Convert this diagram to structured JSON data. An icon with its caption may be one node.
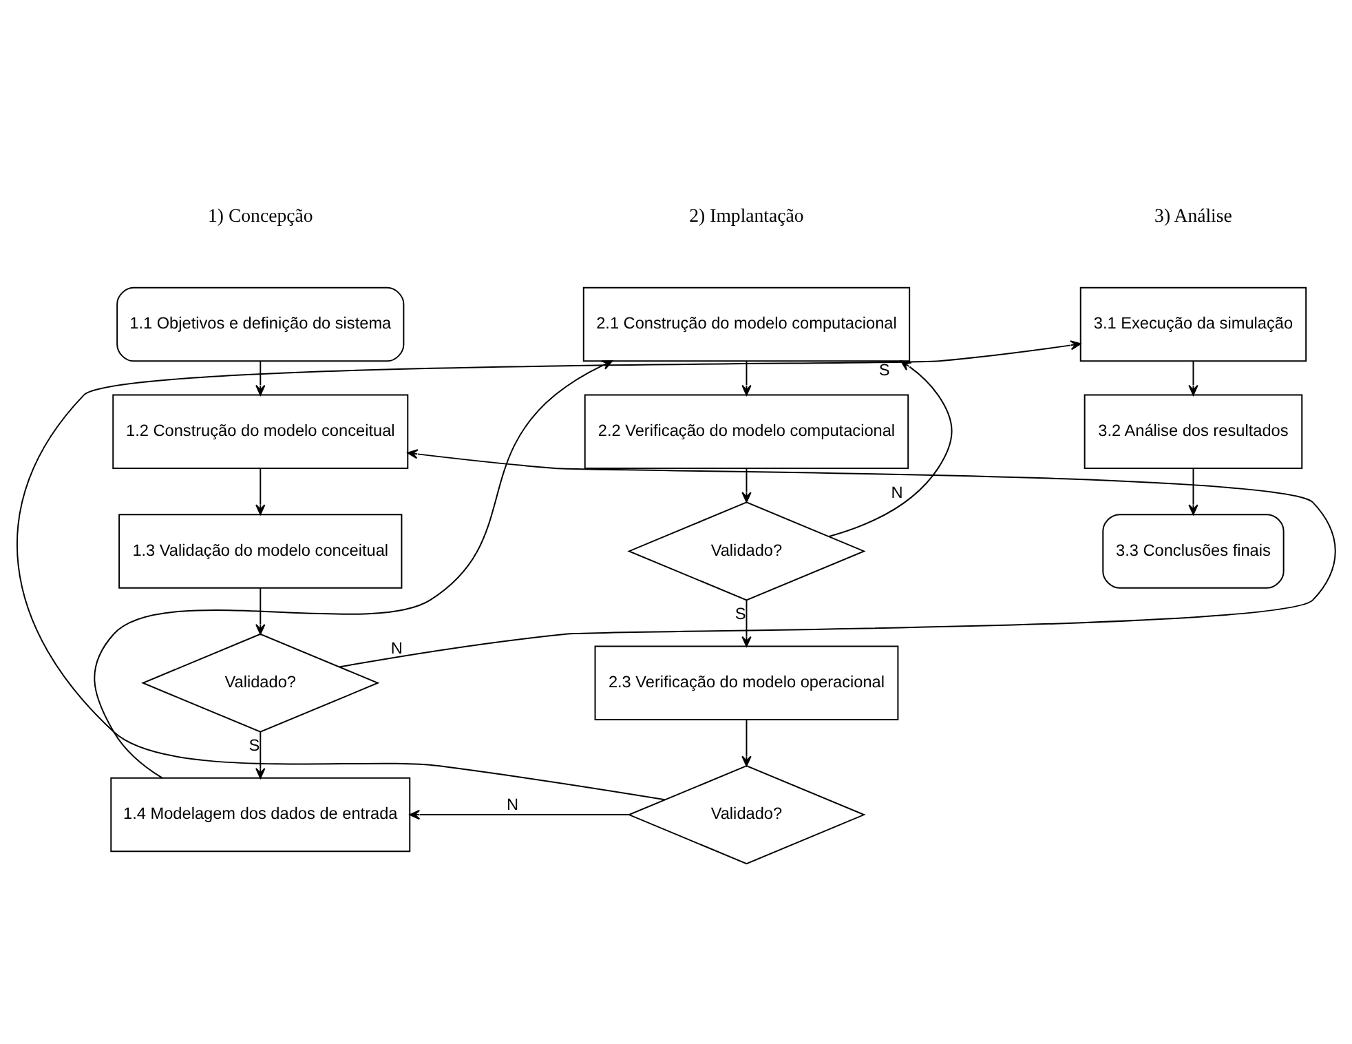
{
  "diagram": {
    "nodes": [
      {
        "text": [
          "1.1 Objetivos e definição do sistema"
        ]
      },
      {
        "text": [
          "1.2 Construção do modelo conceitual"
        ]
      },
      {
        "text": [
          "1.3 Validação do modelo conceitual"
        ]
      },
      {
        "text": [
          "Validado?"
        ]
      },
      {
        "text": [
          "1.4 Modelagem dos dados de entrada"
        ]
      },
      {
        "text": [
          "2.1 Construção do modelo computacional"
        ]
      },
      {
        "text": [
          "2.2 Verificação do modelo computacional"
        ]
      },
      {
        "text": [
          "Validado?"
        ]
      },
      {
        "text": [
          "2.3 Verificação do modelo operacional"
        ]
      },
      {
        "text": [
          "Validado?"
        ]
      },
      {
        "text": [
          "3.1 Execução da simulação"
        ]
      },
      {
        "text": [
          "3.2 Análise dos resultados"
        ]
      },
      {
        "text": [
          "3.3 Conclusões finais"
        ]
      }
    ],
    "edges": [
      {
        "from": 0,
        "to": 1,
        "arrow": "to"
      },
      {
        "from": 1,
        "to": 2,
        "arrow": "to"
      },
      {
        "from": 2,
        "to": 3,
        "arrow": "to"
      },
      {
        "from": 3,
        "to": 1,
        "arrow": "to",
        "label": "N"
      },
      {
        "from": 3,
        "to": 4,
        "arrow": "to",
        "label": "S"
      },
      {
        "from": 4,
        "to": 5,
        "arrow": "to"
      },
      {
        "from": 5,
        "to": 6,
        "arrow": "to"
      },
      {
        "from": 6,
        "to": 7,
        "arrow": "to"
      },
      {
        "from": 7,
        "to": 5,
        "arrow": "to",
        "label": "N"
      },
      {
        "from": 7,
        "to": 8,
        "arrow": "to",
        "label": "S"
      },
      {
        "from": 8,
        "to": 9,
        "arrow": "to"
      },
      {
        "from": 9,
        "to": 4,
        "arrow": "to",
        "label": "N"
      },
      {
        "from": 9,
        "to": 10,
        "arrow": "to",
        "label": "S"
      },
      {
        "from": 10,
        "to": 11,
        "arrow": "to"
      },
      {
        "from": 11,
        "to": 12,
        "arrow": "to"
      }
    ],
    "labels": [
      "1) Concepção",
      "2) Implantação",
      "3) Análise"
    ]
  }
}
